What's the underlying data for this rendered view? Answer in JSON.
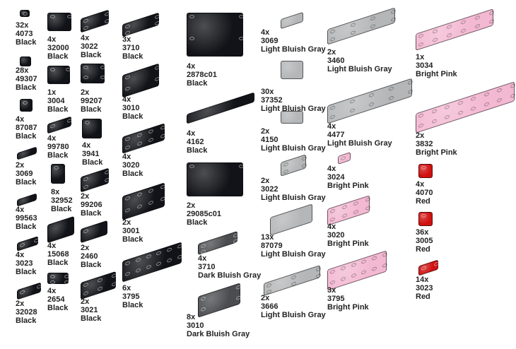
{
  "colors": {
    "Black": "#111318",
    "Dark Bluish Gray": "#4a4c4f",
    "Light Bluish Gray": "#b4b6b8",
    "Bright Pink": "#f3b8d2",
    "Red": "#d01010"
  },
  "parts": [
    {
      "qty": "32x",
      "id": "4073",
      "color": "Black"
    },
    {
      "qty": "28x",
      "id": "49307",
      "color": "Black"
    },
    {
      "qty": "4x",
      "id": "87087",
      "color": "Black"
    },
    {
      "qty": "2x",
      "id": "3069",
      "color": "Black"
    },
    {
      "qty": "4x",
      "id": "99563",
      "color": "Black"
    },
    {
      "qty": "4x",
      "id": "3023",
      "color": "Black"
    },
    {
      "qty": "2x",
      "id": "32028",
      "color": "Black"
    },
    {
      "qty": "4x",
      "id": "32000",
      "color": "Black"
    },
    {
      "qty": "1x",
      "id": "3004",
      "color": "Black"
    },
    {
      "qty": "4x",
      "id": "99780",
      "color": "Black"
    },
    {
      "qty": "8x",
      "id": "32952",
      "color": "Black"
    },
    {
      "qty": "4x",
      "id": "15068",
      "color": "Black"
    },
    {
      "qty": "4x",
      "id": "2654",
      "color": "Black"
    },
    {
      "qty": "4x",
      "id": "3022",
      "color": "Black"
    },
    {
      "qty": "2x",
      "id": "99207",
      "color": "Black"
    },
    {
      "qty": "4x",
      "id": "3941",
      "color": "Black"
    },
    {
      "qty": "2x",
      "id": "99206",
      "color": "Black"
    },
    {
      "qty": "2x",
      "id": "2460",
      "color": "Black"
    },
    {
      "qty": "2x",
      "id": "3021",
      "color": "Black"
    },
    {
      "qty": "3x",
      "id": "3710",
      "color": "Black"
    },
    {
      "qty": "4x",
      "id": "3010",
      "color": "Black"
    },
    {
      "qty": "4x",
      "id": "3020",
      "color": "Black"
    },
    {
      "qty": "2x",
      "id": "3001",
      "color": "Black"
    },
    {
      "qty": "6x",
      "id": "3795",
      "color": "Black"
    },
    {
      "qty": "4x",
      "id": "2878c01",
      "color": "Black"
    },
    {
      "qty": "4x",
      "id": "4162",
      "color": "Black"
    },
    {
      "qty": "2x",
      "id": "29085c01",
      "color": "Black"
    },
    {
      "qty": "4x",
      "id": "3710",
      "color": "Dark Bluish Gray"
    },
    {
      "qty": "8x",
      "id": "3010",
      "color": "Dark Bluish Gray"
    },
    {
      "qty": "4x",
      "id": "3069",
      "color": "Light Bluish Gray"
    },
    {
      "qty": "30x",
      "id": "37352",
      "color": "Light Bluish Gray"
    },
    {
      "qty": "2x",
      "id": "4150",
      "color": "Light Bluish Gray"
    },
    {
      "qty": "2x",
      "id": "3022",
      "color": "Light Bluish Gray"
    },
    {
      "qty": "13x",
      "id": "87079",
      "color": "Light Bluish Gray"
    },
    {
      "qty": "2x",
      "id": "3666",
      "color": "Light Bluish Gray"
    },
    {
      "qty": "2x",
      "id": "3460",
      "color": "Light Bluish Gray"
    },
    {
      "qty": "4x",
      "id": "4477",
      "color": "Light Bluish Gray"
    },
    {
      "qty": "4x",
      "id": "3024",
      "color": "Bright Pink"
    },
    {
      "qty": "4x",
      "id": "3020",
      "color": "Bright Pink"
    },
    {
      "qty": "3x",
      "id": "3795",
      "color": "Bright Pink"
    },
    {
      "qty": "1x",
      "id": "3034",
      "color": "Bright Pink"
    },
    {
      "qty": "2x",
      "id": "3832",
      "color": "Bright Pink"
    },
    {
      "qty": "4x",
      "id": "4070",
      "color": "Red"
    },
    {
      "qty": "36x",
      "id": "3005",
      "color": "Red"
    },
    {
      "qty": "14x",
      "id": "3023",
      "color": "Red"
    }
  ]
}
